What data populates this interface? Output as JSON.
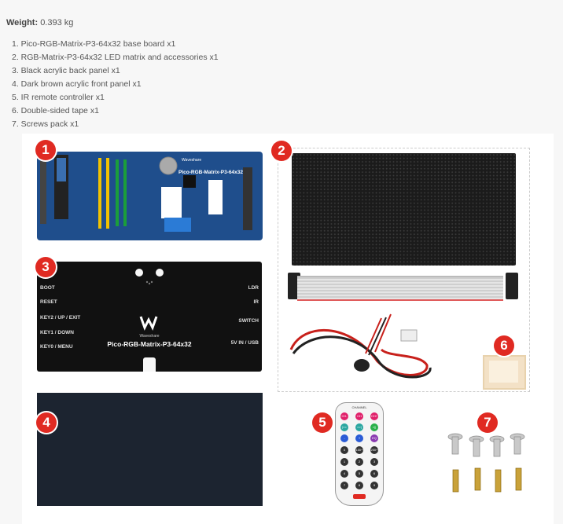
{
  "weight": {
    "label": "Weight:",
    "value": "0.393 kg"
  },
  "contents": [
    "1. Pico-RGB-Matrix-P3-64x32 base board x1",
    "2. RGB-Matrix-P3-64x32 LED matrix and accessories x1",
    "3. Black acrylic back panel x1",
    "4. Dark brown acrylic front panel x1",
    "5. IR remote controller x1",
    "6. Double-sided tape x1",
    "7. Screws pack x1"
  ],
  "badges": [
    "1",
    "2",
    "3",
    "4",
    "5",
    "6",
    "7"
  ],
  "board": {
    "title": "Pico-RGB-Matrix-P3-64x32",
    "brand": "Waveshare"
  },
  "panel": {
    "left_labels": [
      "BOOT",
      "RESET",
      "KEY2 / UP / EXIT",
      "KEY1 / DOWN",
      "KEY0 / MENU"
    ],
    "right_labels": [
      "LDR",
      "IR",
      "SWITCH",
      "5V IN / USB"
    ],
    "brand": "Waveshare",
    "title": "Pico-RGB-Matrix-P3-64x32"
  },
  "remote": {
    "top_label": "CHANNEL",
    "buttons": [
      "CH-",
      "CH",
      "CH+",
      "|<<",
      ">>|",
      ">||",
      "-",
      "+",
      "EQ",
      "0",
      "100+",
      "200+",
      "1",
      "2",
      "3",
      "4",
      "5",
      "6",
      "7",
      "8",
      "9"
    ]
  },
  "colors": {
    "badge": "#e02a22",
    "board": "#1f4e8c",
    "panel": "#111111"
  }
}
